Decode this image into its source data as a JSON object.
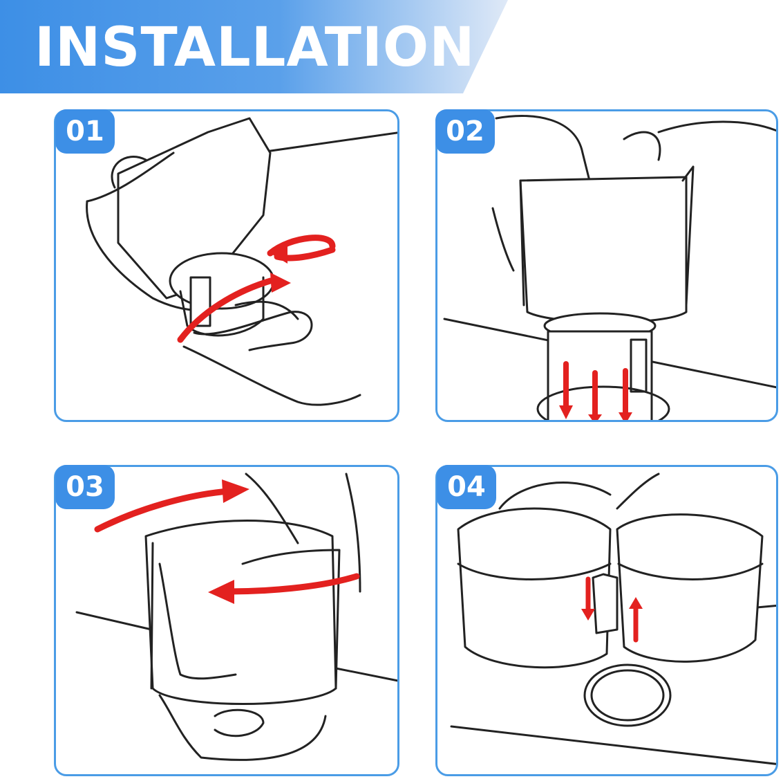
{
  "header": {
    "title": "INSTALLATION"
  },
  "colors": {
    "brand_blue": "#3d8fe6",
    "border_blue": "#4a9ce6",
    "arrow_red": "#e3211f",
    "line": "#222222"
  },
  "steps": [
    {
      "number": "01",
      "icon": "twist-adapter-icon"
    },
    {
      "number": "02",
      "icon": "insert-base-icon"
    },
    {
      "number": "03",
      "icon": "rotate-cup-icon"
    },
    {
      "number": "04",
      "icon": "connect-holders-icon"
    }
  ]
}
